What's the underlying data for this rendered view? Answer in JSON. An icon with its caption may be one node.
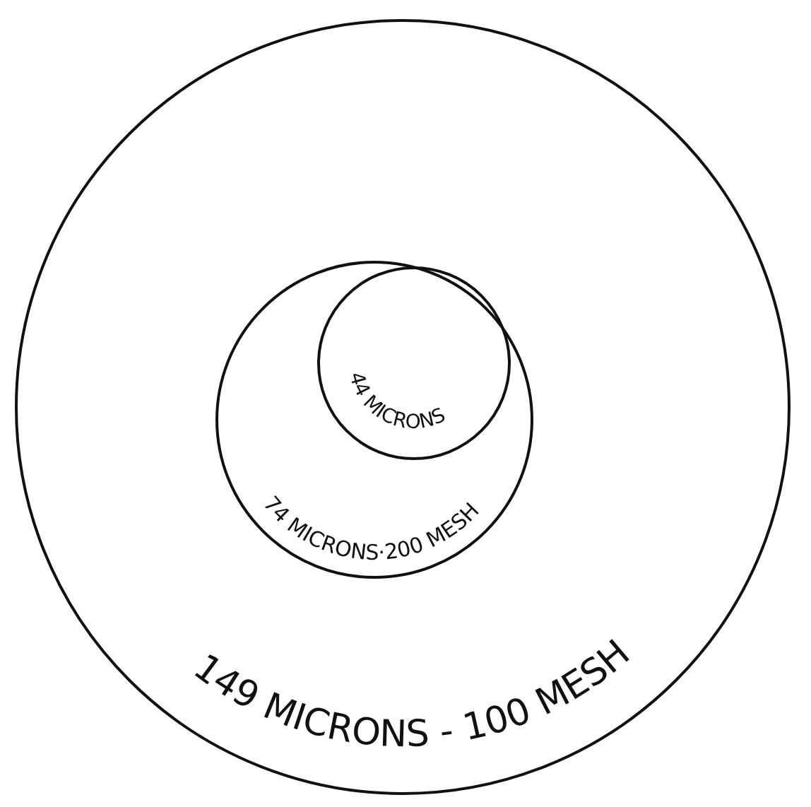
{
  "diagram": {
    "nodes": [
      {
        "text": [
          "149 MICRONS - 100 MESH"
        ]
      },
      {
        "text": [
          "74 MICRONS·200 MESH"
        ],
        "in": 0
      },
      {
        "text": [
          "44 MICRONS"
        ],
        "in": 1
      }
    ]
  }
}
